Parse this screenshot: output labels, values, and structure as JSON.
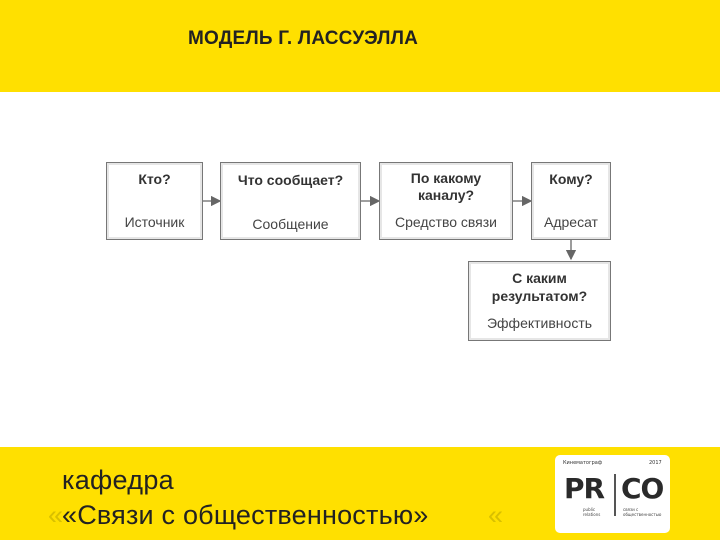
{
  "header": {
    "title": "МОДЕЛЬ Г. ЛАССУЭЛЛА"
  },
  "diagram": {
    "boxes": [
      {
        "question": "Кто?",
        "answer": "Источник"
      },
      {
        "question": "Что сообщает?",
        "answer": "Сообщение"
      },
      {
        "question_line1": "По какому",
        "question_line2": "каналу?",
        "answer": "Средство связи"
      },
      {
        "question": "Кому?",
        "answer": "Адресат"
      },
      {
        "question_line1": "С каким",
        "question_line2": "результатом?",
        "answer": "Эффективность"
      }
    ]
  },
  "footer": {
    "dept_line1": "кафедра",
    "dept_line2": "«Связи с общественностью»",
    "logo": {
      "top_left": "Кинематограф",
      "top_right": "2017",
      "pr": "PR",
      "co": "CO",
      "pr_sub1": "public",
      "pr_sub2": "relations",
      "co_sub1": "связи с",
      "co_sub2": "общественностью"
    }
  },
  "colors": {
    "accent": "#FFE000",
    "box_border": "#777777",
    "arrow": "#666666"
  }
}
